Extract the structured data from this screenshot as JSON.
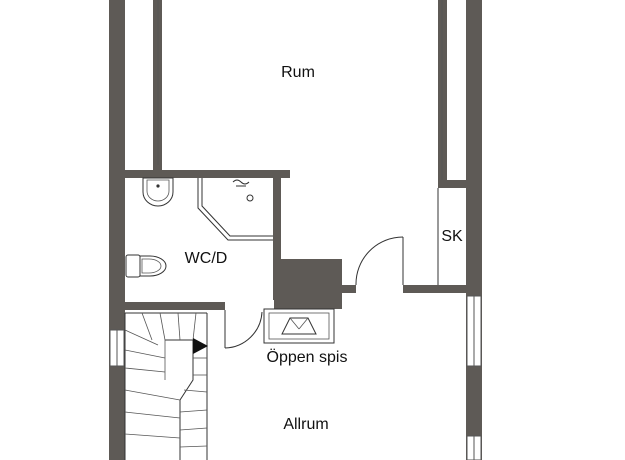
{
  "plan": {
    "rooms": [
      {
        "label": "Rum"
      },
      {
        "label": "WC/D"
      },
      {
        "label": "SK"
      },
      {
        "label": "Öppen spis"
      },
      {
        "label": "Allrum"
      }
    ]
  },
  "colors": {
    "wall": "#5e5a56",
    "line": "#333333",
    "background": "#ffffff"
  }
}
